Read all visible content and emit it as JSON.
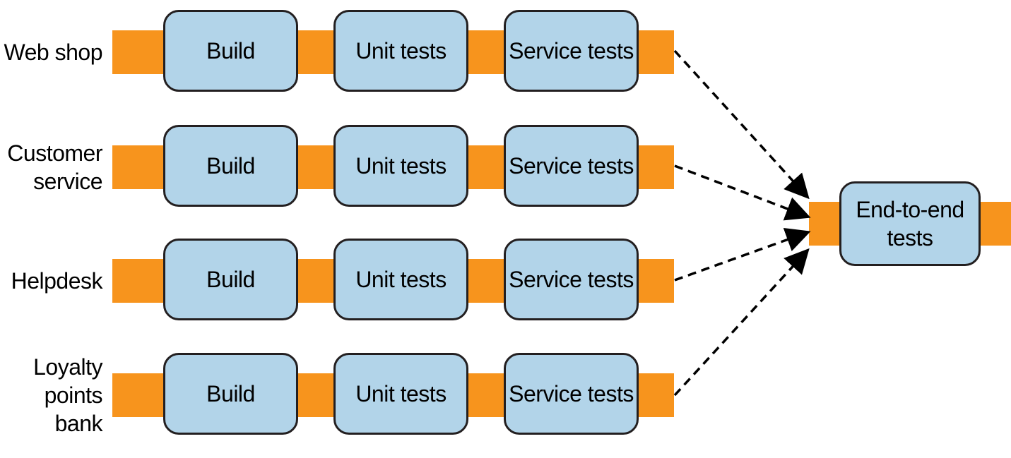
{
  "colors": {
    "pipeline_bar": "#f7941d",
    "stage_fill": "#b2d4e9",
    "stage_border": "#231f20",
    "arrow": "#000000"
  },
  "pipelines": [
    {
      "label": "Web shop",
      "stages": [
        "Build",
        "Unit tests",
        "Service tests"
      ]
    },
    {
      "label": "Customer\nservice",
      "stages": [
        "Build",
        "Unit tests",
        "Service tests"
      ]
    },
    {
      "label": "Helpdesk",
      "stages": [
        "Build",
        "Unit tests",
        "Service tests"
      ]
    },
    {
      "label": "Loyalty\npoints bank",
      "stages": [
        "Build",
        "Unit tests",
        "Service tests"
      ]
    }
  ],
  "final_stage": {
    "label": "End-to-end\ntests"
  }
}
